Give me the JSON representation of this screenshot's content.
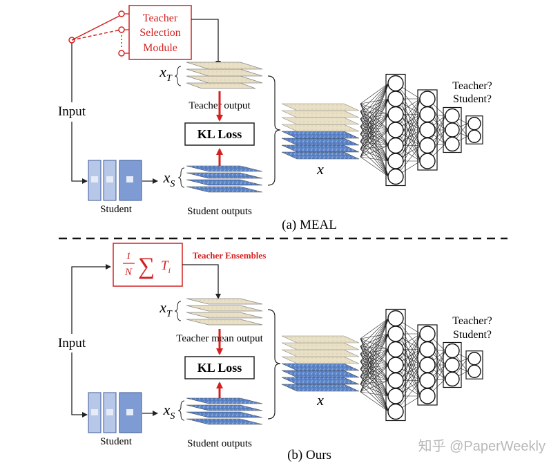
{
  "panel_a": {
    "caption": "(a) MEAL",
    "input_label": "Input",
    "teacher_module_lines": [
      "Teacher",
      "Selection",
      "Module"
    ],
    "xt_label": "x",
    "xt_sub": "T",
    "teacher_output_label": "Teacher output",
    "kl_loss_label": "KL Loss",
    "xs_label": "x",
    "xs_sub": "S",
    "student_label": "Student",
    "student_outputs_label": "Student outputs",
    "x_label": "x",
    "discriminator_lines": [
      "Teacher?",
      "Student?"
    ]
  },
  "panel_b": {
    "caption": "(b) Ours",
    "input_label": "Input",
    "ensemble_frac_num": "1",
    "ensemble_frac_den": "N",
    "ensemble_sum": "∑",
    "ensemble_term": "T",
    "ensemble_term_sub": "i",
    "ensemble_title": "Teacher Ensembles",
    "xt_label": "x",
    "xt_sub": "T",
    "teacher_output_label": "Teacher mean output",
    "kl_loss_label": "KL Loss",
    "xs_label": "x",
    "xs_sub": "S",
    "student_label": "Student",
    "student_outputs_label": "Student outputs",
    "x_label": "x",
    "discriminator_lines": [
      "Teacher?",
      "Student?"
    ]
  },
  "watermark": "知乎 @PaperWeekly",
  "colors": {
    "red": "#d42020",
    "teacher_layer": "#e8dfc4",
    "student_layer": "#5b84c8",
    "student_net": "#7f9bd3",
    "line": "#222222"
  },
  "icons": {
    "sum": "summation-icon",
    "switch": "selector-switch-icon"
  }
}
